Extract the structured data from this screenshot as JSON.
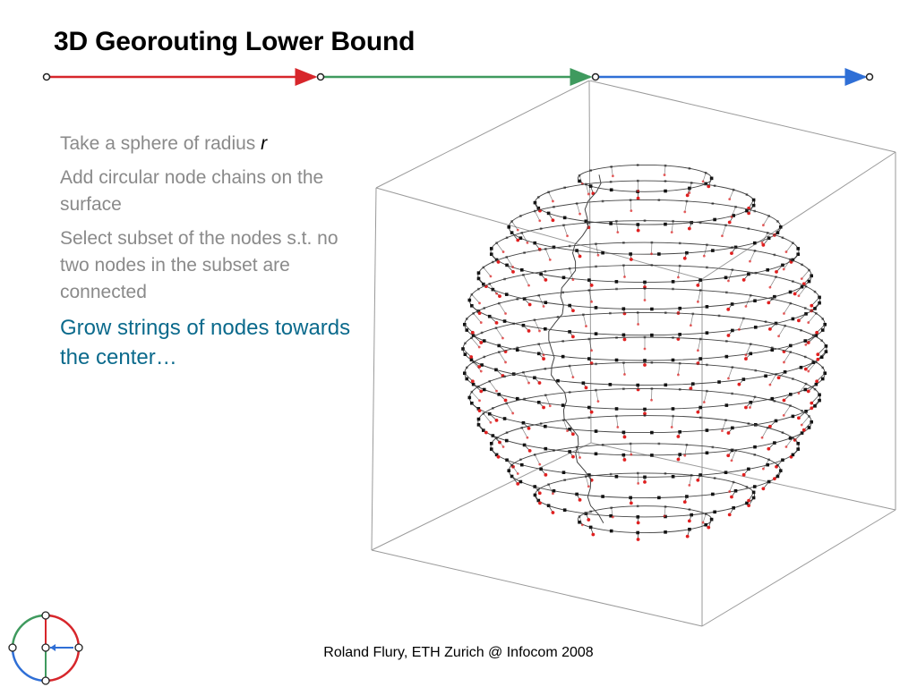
{
  "slide": {
    "title": "3D Georouting Lower Bound",
    "footer": "Roland Flury, ETH Zurich @ Infocom 2008"
  },
  "progress_bar": {
    "segments": [
      {
        "color": "#d7262b"
      },
      {
        "color": "#3f9a5e"
      },
      {
        "color": "#2f6fd6"
      }
    ]
  },
  "bullets": [
    {
      "text": "Take a sphere of radius ",
      "var": "r"
    },
    {
      "text": "Add circular node chains on the surface"
    },
    {
      "text": "Select subset of the nodes s.t. no two nodes in the subset are connected"
    },
    {
      "text": "Grow strings of nodes towards the center…"
    }
  ],
  "figure": {
    "node_color": "#111111",
    "grown_node_color": "#e02020",
    "line_color": "#444444"
  }
}
